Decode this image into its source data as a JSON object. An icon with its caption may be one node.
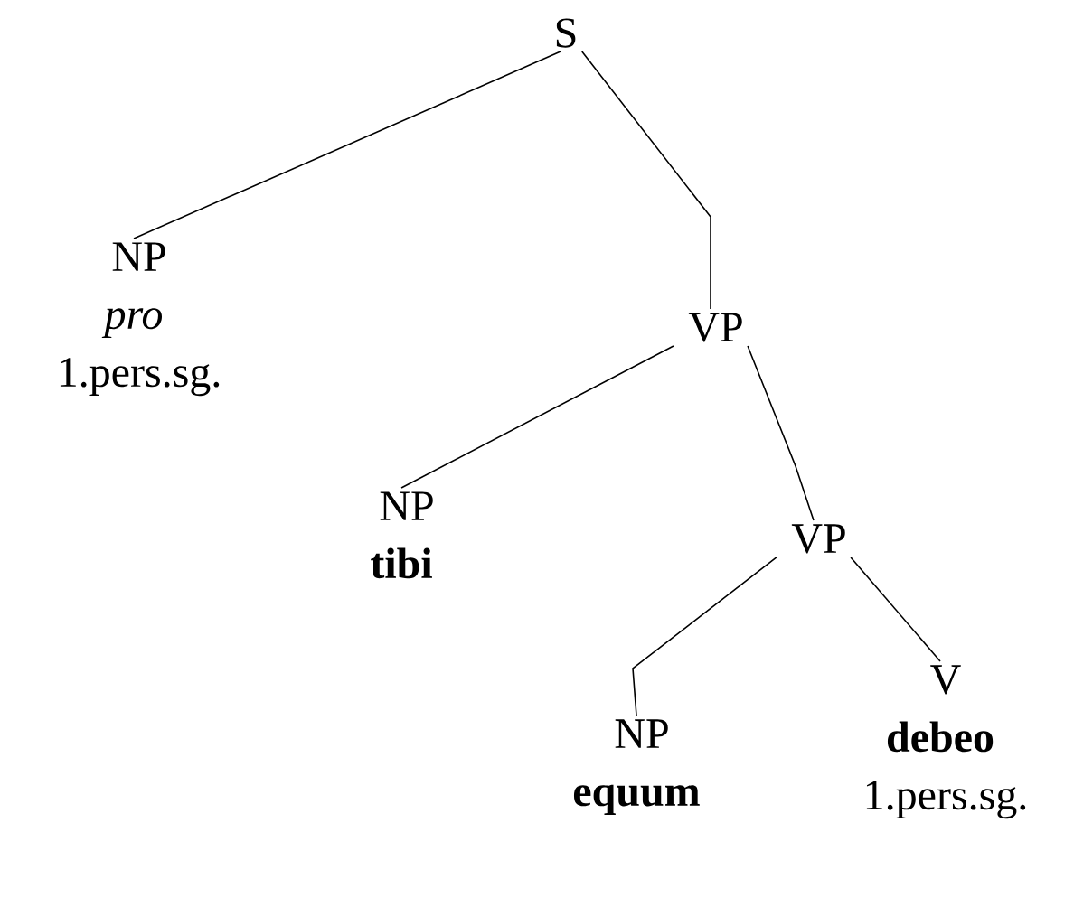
{
  "diagram": {
    "nodes": [
      {
        "text": [
          "S"
        ]
      },
      {
        "text": [
          "NP",
          "pro",
          "1.pers.sg."
        ]
      },
      {
        "text": [
          "VP"
        ]
      },
      {
        "text": [
          "NP",
          "tibi"
        ]
      },
      {
        "text": [
          "VP"
        ]
      },
      {
        "text": [
          "NP",
          "equum"
        ]
      },
      {
        "text": [
          "V",
          "debeo",
          "1.pers.sg."
        ]
      }
    ],
    "edges": [
      {
        "from": 0,
        "to": 1,
        "arrow": "none"
      },
      {
        "from": 0,
        "to": 2,
        "arrow": "none"
      },
      {
        "from": 2,
        "to": 3,
        "arrow": "none"
      },
      {
        "from": 2,
        "to": 4,
        "arrow": "none"
      },
      {
        "from": 4,
        "to": 5,
        "arrow": "none"
      },
      {
        "from": 4,
        "to": 6,
        "arrow": "none"
      }
    ]
  }
}
